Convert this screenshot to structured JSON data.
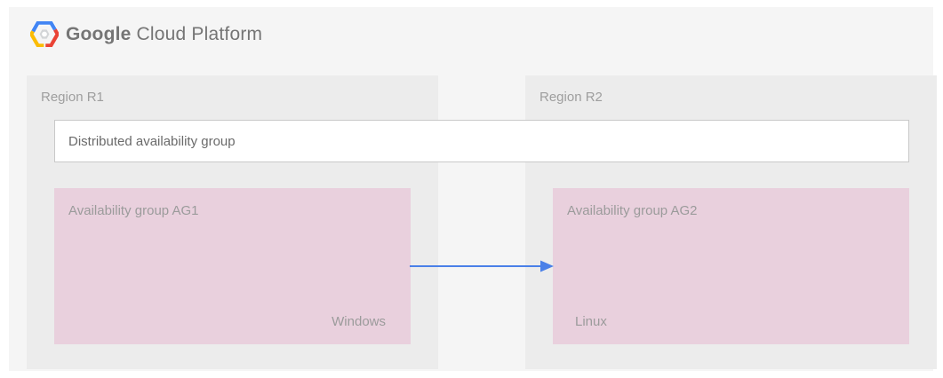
{
  "header": {
    "brand_primary": "Google",
    "brand_secondary": "Cloud Platform"
  },
  "colors": {
    "canvas_bg": "#f5f5f5",
    "region_bg": "#ececec",
    "availability_group_bg": "#e9d0dd",
    "arrow_blue": "#4a80e8",
    "logo_blue": "#4285f4",
    "logo_red": "#ea4335",
    "logo_yellow": "#fbbc05",
    "label_gray": "#9e9e9e",
    "dag_box_border": "#c9c9c9"
  },
  "diagram": {
    "distributed_group": {
      "label": "Distributed availability group"
    },
    "regions": [
      {
        "label": "Region R1"
      },
      {
        "label": "Region R2"
      }
    ],
    "availability_groups": [
      {
        "label": "Availability group AG1",
        "os": "Windows"
      },
      {
        "label": "Availability group AG2",
        "os": "Linux"
      }
    ],
    "arrow": {
      "from": "Availability group AG1",
      "to": "Availability group AG2",
      "direction": "right"
    }
  }
}
